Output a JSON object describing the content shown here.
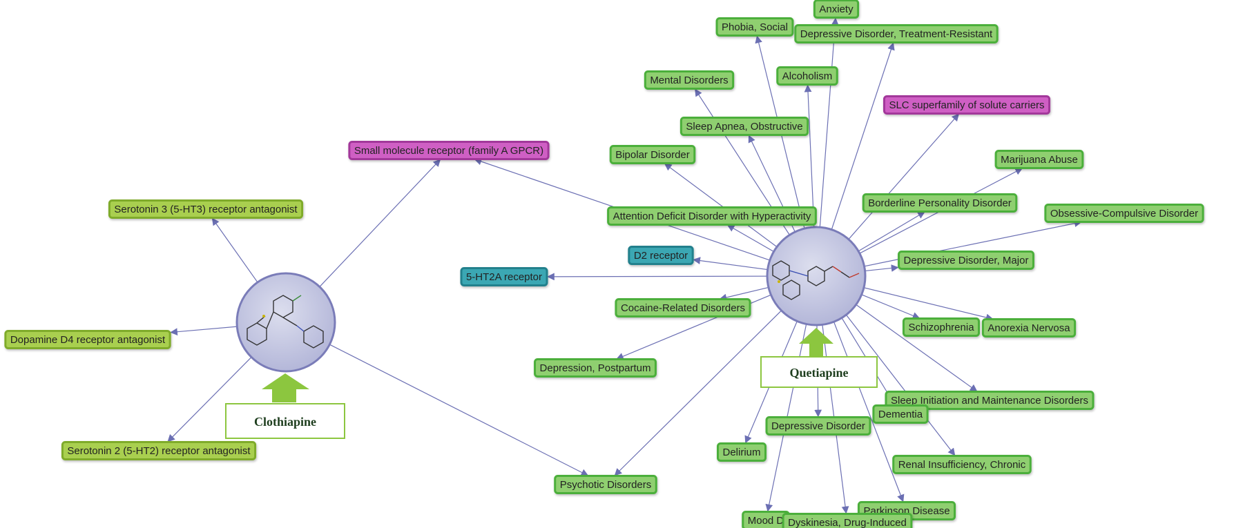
{
  "colors": {
    "disease_fill": "#8fcf6f",
    "disease_stroke": "#4caf3a",
    "moa_fill": "#a9cf4f",
    "moa_stroke": "#7fab2c",
    "target_fill": "#3ba7b3",
    "target_stroke": "#23808c",
    "family_fill": "#cf5fc4",
    "family_stroke": "#a2379a",
    "drug_fill": "#c7c9e3",
    "drug_stroke": "#7a7cb8",
    "edge": "#6b6fb3",
    "callout_arrow": "#8cc63f",
    "callout_border": "#8cc63f"
  },
  "drugs": [
    {
      "id": "clothiapine",
      "label": "Clothiapine"
    },
    {
      "id": "quetiapine",
      "label": "Quetiapine"
    }
  ],
  "nodes": [
    {
      "id": "n1",
      "label": "Anxiety",
      "type": "disease"
    },
    {
      "id": "n2",
      "label": "Phobia, Social",
      "type": "disease"
    },
    {
      "id": "n3",
      "label": "Depressive Disorder, Treatment-Resistant",
      "type": "disease"
    },
    {
      "id": "n4",
      "label": "Alcoholism",
      "type": "disease"
    },
    {
      "id": "n5",
      "label": "Mental Disorders",
      "type": "disease"
    },
    {
      "id": "n6",
      "label": "SLC superfamily of solute carriers",
      "type": "family"
    },
    {
      "id": "n7",
      "label": "Sleep Apnea, Obstructive",
      "type": "disease"
    },
    {
      "id": "n8",
      "label": "Small molecule receptor (family A GPCR)",
      "type": "family"
    },
    {
      "id": "n9",
      "label": "Bipolar Disorder",
      "type": "disease"
    },
    {
      "id": "n10",
      "label": "Marijuana Abuse",
      "type": "disease"
    },
    {
      "id": "n11",
      "label": "Serotonin 3 (5-HT3) receptor antagonist",
      "type": "moa"
    },
    {
      "id": "n12",
      "label": "Borderline Personality Disorder",
      "type": "disease"
    },
    {
      "id": "n13",
      "label": "Attention Deficit Disorder with Hyperactivity",
      "type": "disease"
    },
    {
      "id": "n14",
      "label": "Obsessive-Compulsive Disorder",
      "type": "disease"
    },
    {
      "id": "n15",
      "label": "D2 receptor",
      "type": "target"
    },
    {
      "id": "n16",
      "label": "Depressive Disorder, Major",
      "type": "disease"
    },
    {
      "id": "n17",
      "label": "5-HT2A receptor",
      "type": "target"
    },
    {
      "id": "n18",
      "label": "Cocaine-Related Disorders",
      "type": "disease"
    },
    {
      "id": "n19",
      "label": "Schizophrenia",
      "type": "disease"
    },
    {
      "id": "n20",
      "label": "Anorexia Nervosa",
      "type": "disease"
    },
    {
      "id": "n21",
      "label": "Dopamine D4 receptor antagonist",
      "type": "moa"
    },
    {
      "id": "n22",
      "label": "Depression, Postpartum",
      "type": "disease"
    },
    {
      "id": "n23",
      "label": "Sleep Initiation and Maintenance Disorders",
      "type": "disease"
    },
    {
      "id": "n24",
      "label": "Dementia",
      "type": "disease"
    },
    {
      "id": "n25",
      "label": "Depressive Disorder",
      "type": "disease"
    },
    {
      "id": "n26",
      "label": "Delirium",
      "type": "disease"
    },
    {
      "id": "n27",
      "label": "Serotonin 2 (5-HT2) receptor antagonist",
      "type": "moa"
    },
    {
      "id": "n28",
      "label": "Renal Insufficiency, Chronic",
      "type": "disease"
    },
    {
      "id": "n29",
      "label": "Psychotic Disorders",
      "type": "disease"
    },
    {
      "id": "n30",
      "label": "Parkinson Disease",
      "type": "disease"
    },
    {
      "id": "n31",
      "label": "Mood D",
      "type": "disease"
    },
    {
      "id": "n32",
      "label": "Dyskinesia, Drug-Induced",
      "type": "disease"
    }
  ],
  "edges": [
    {
      "from": "quetiapine",
      "to": "n1"
    },
    {
      "from": "quetiapine",
      "to": "n2"
    },
    {
      "from": "quetiapine",
      "to": "n3"
    },
    {
      "from": "quetiapine",
      "to": "n4"
    },
    {
      "from": "quetiapine",
      "to": "n5"
    },
    {
      "from": "quetiapine",
      "to": "n6"
    },
    {
      "from": "quetiapine",
      "to": "n7"
    },
    {
      "from": "quetiapine",
      "to": "n8"
    },
    {
      "from": "quetiapine",
      "to": "n9"
    },
    {
      "from": "quetiapine",
      "to": "n10"
    },
    {
      "from": "quetiapine",
      "to": "n12"
    },
    {
      "from": "quetiapine",
      "to": "n13"
    },
    {
      "from": "quetiapine",
      "to": "n14"
    },
    {
      "from": "quetiapine",
      "to": "n15"
    },
    {
      "from": "quetiapine",
      "to": "n16"
    },
    {
      "from": "quetiapine",
      "to": "n17"
    },
    {
      "from": "quetiapine",
      "to": "n18"
    },
    {
      "from": "quetiapine",
      "to": "n19"
    },
    {
      "from": "quetiapine",
      "to": "n20"
    },
    {
      "from": "quetiapine",
      "to": "n22"
    },
    {
      "from": "quetiapine",
      "to": "n23"
    },
    {
      "from": "quetiapine",
      "to": "n24"
    },
    {
      "from": "quetiapine",
      "to": "n25"
    },
    {
      "from": "quetiapine",
      "to": "n26"
    },
    {
      "from": "quetiapine",
      "to": "n28"
    },
    {
      "from": "quetiapine",
      "to": "n29"
    },
    {
      "from": "quetiapine",
      "to": "n30"
    },
    {
      "from": "quetiapine",
      "to": "n31"
    },
    {
      "from": "quetiapine",
      "to": "n32"
    },
    {
      "from": "clothiapine",
      "to": "n8"
    },
    {
      "from": "clothiapine",
      "to": "n11"
    },
    {
      "from": "clothiapine",
      "to": "n21"
    },
    {
      "from": "clothiapine",
      "to": "n27"
    },
    {
      "from": "clothiapine",
      "to": "n29"
    }
  ]
}
